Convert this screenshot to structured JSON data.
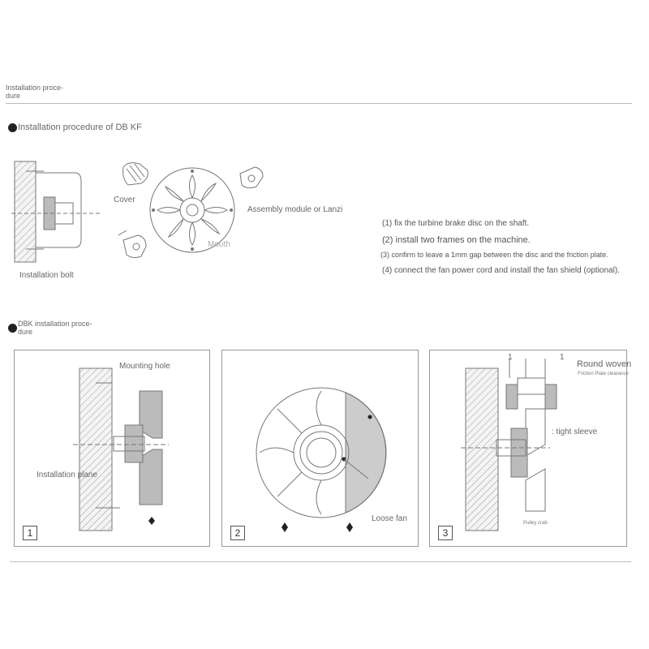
{
  "header": {
    "title": "Installation proce-\ndure"
  },
  "section1": {
    "heading": "Installation procedure of DB KF",
    "labels": {
      "cover": "Cover",
      "assembly": "Assembly module or Lanzi",
      "mouth": "Mouth",
      "bolt": "Installation bolt"
    },
    "steps": [
      "(1) fix the turbine brake disc on the shaft.",
      "(2) install two frames on the machine.",
      "(3) confirm to leave a 1mm gap between the disc and the friction plate.",
      "(4) connect the fan power cord and install the fan shield (optional)."
    ]
  },
  "section2": {
    "heading": "DBK installation proce-\ndure",
    "panel1": {
      "number": "1",
      "mounting_hole": "Mounting hole",
      "installation_plane": "Installation plane"
    },
    "panel2": {
      "number": "2",
      "loose_fan": "Loose fan"
    },
    "panel3": {
      "number": "3",
      "round_woven": "Round woven",
      "clearance": "Friction Plate clearance",
      "tight_sleeve": ": tight sleeve",
      "pulley": "Pulley crab",
      "dim_left": "1",
      "dim_right": "1"
    }
  }
}
